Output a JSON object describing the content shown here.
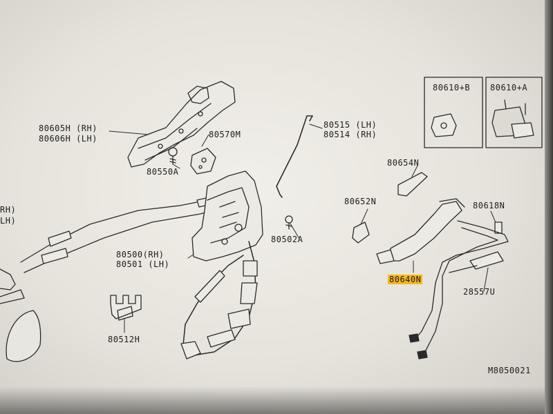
{
  "diagram": {
    "callouts": {
      "p80605h": "80605H (RH)",
      "p80606h": "80606H (LH)",
      "p80570m": "80570M",
      "p80550a": "80550A",
      "p80515": "80515 (LH)",
      "p80514": "80514 (RH)",
      "p80610b": "80610+B",
      "p80610a": "80610+A",
      "p80654n": "80654N",
      "p80652n": "80652N",
      "p80618n": "80618N",
      "p80502a": "80502A",
      "p80500": "80500(RH)",
      "p80501": "80501 (LH)",
      "p80640n": "80640N",
      "p28557u": "28557U",
      "p80512h": "80512H",
      "edge_rh": "RH)",
      "edge_lh": "LH)"
    },
    "diagram_id": "M8050021",
    "highlight_color": "#f7b81e"
  }
}
